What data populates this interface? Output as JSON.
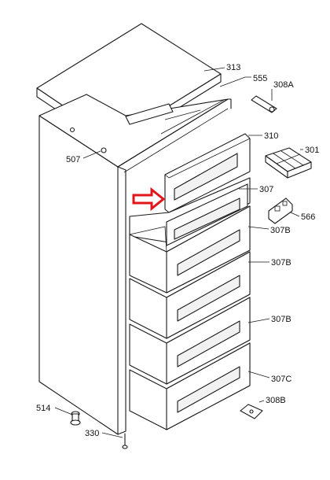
{
  "labels": {
    "l313": "313",
    "l555": "555",
    "l308a": "308A",
    "l310": "310",
    "l301": "301",
    "l507": "507",
    "l307": "307",
    "l566": "566",
    "l307b1": "307B",
    "l307b2": "307B",
    "l307b3": "307B",
    "l307c": "307C",
    "l514": "514",
    "l308b": "308B",
    "l330": "330"
  },
  "colors": {
    "line": "#1a1a1a",
    "arrow": "#e0161b",
    "background": "#ffffff"
  },
  "icons": {
    "highlight_arrow": "right-arrow-icon"
  }
}
